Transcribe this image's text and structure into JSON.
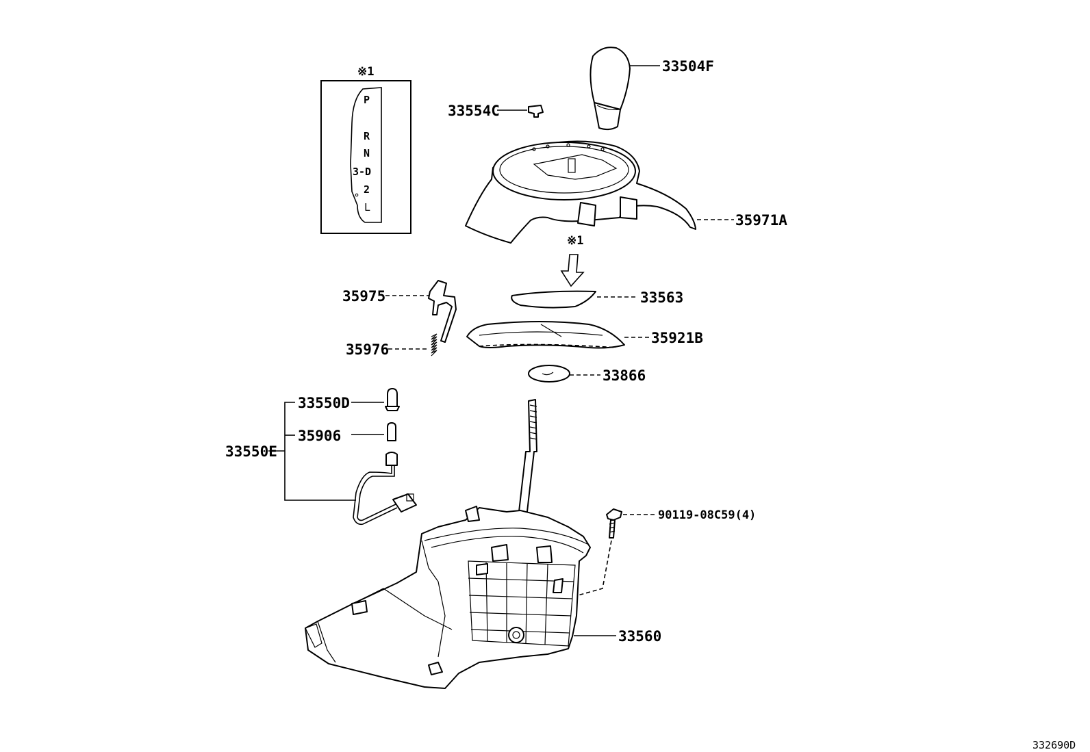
{
  "callouts": [
    {
      "id": "33504F",
      "text": "33504F"
    },
    {
      "id": "33554C",
      "text": "33554C"
    },
    {
      "id": "35971A",
      "text": "35971A"
    },
    {
      "id": "33563",
      "text": "33563"
    },
    {
      "id": "35921B",
      "text": "35921B"
    },
    {
      "id": "33866",
      "text": "33866"
    },
    {
      "id": "35975",
      "text": "35975"
    },
    {
      "id": "35976",
      "text": "35976"
    },
    {
      "id": "33550E",
      "text": "33550E"
    },
    {
      "id": "33550D",
      "text": "33550D"
    },
    {
      "id": "35906",
      "text": "35906"
    },
    {
      "id": "90119",
      "text": "90119-08C59(4)"
    },
    {
      "id": "33560",
      "text": "33560"
    }
  ],
  "note_mark": "※1",
  "inset": {
    "title": "※1",
    "gate_positions": [
      "P",
      "R",
      "N",
      "3-D",
      "2",
      "L"
    ]
  },
  "figure_id": "332690D"
}
